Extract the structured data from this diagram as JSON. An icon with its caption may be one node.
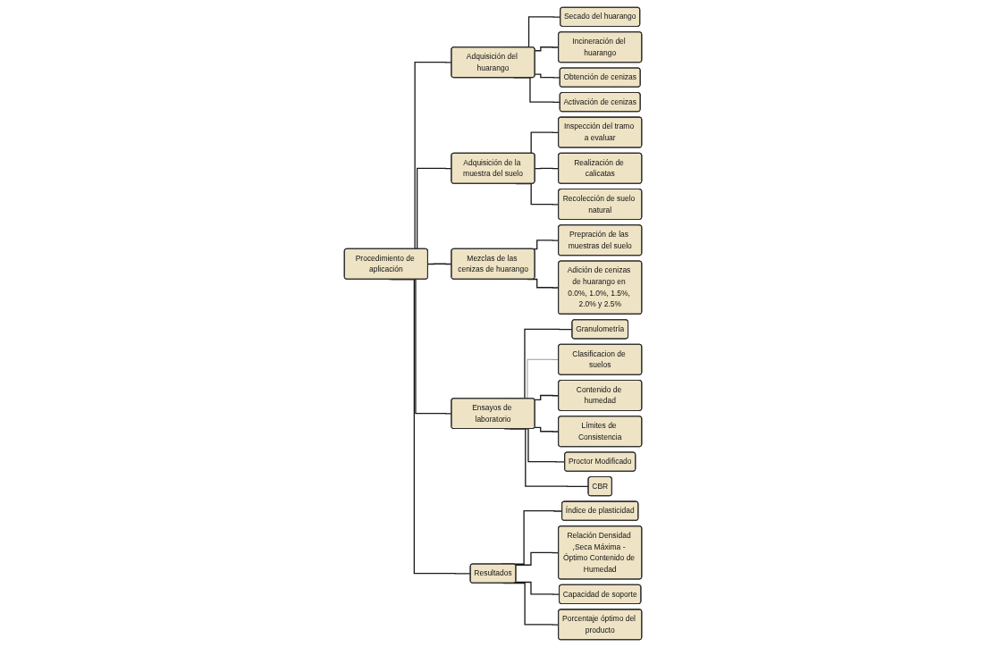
{
  "diagram": {
    "nodes": [
      {
        "text": [
          "Procedimiento de aplicación"
        ]
      },
      {
        "text": [
          "Adquisición del huarango"
        ]
      },
      {
        "text": [
          "Secado del huarango"
        ]
      },
      {
        "text": [
          "Incineración del huarango"
        ]
      },
      {
        "text": [
          "Obtención de cenizas"
        ]
      },
      {
        "text": [
          "Activación de cenizas"
        ]
      },
      {
        "text": [
          "Adquisición de la muestra del suelo"
        ]
      },
      {
        "text": [
          "Inspección del tramo a evaluar"
        ]
      },
      {
        "text": [
          "Realización de calicatas"
        ]
      },
      {
        "text": [
          "Recolección de suelo natural"
        ]
      },
      {
        "text": [
          "Mezclas de las cenizas de huarango"
        ]
      },
      {
        "text": [
          "Prepración de las muestras del suelo"
        ]
      },
      {
        "text": [
          "Adición de cenizas de huarango en 0.0%, 1.0%, 1.5%, 2.0% y 2.5%"
        ]
      },
      {
        "text": [
          "Ensayos de laboratorio"
        ]
      },
      {
        "text": [
          "Granulometría"
        ]
      },
      {
        "text": [
          "Clasificacion de suelos"
        ]
      },
      {
        "text": [
          "Contenido de humedad"
        ]
      },
      {
        "text": [
          "Límites de Consistencia"
        ]
      },
      {
        "text": [
          "Proctor Modificado"
        ]
      },
      {
        "text": [
          "CBR"
        ]
      },
      {
        "text": [
          "Resultados"
        ]
      },
      {
        "text": [
          "Índice de plasticidad"
        ]
      },
      {
        "text": [
          "Relación Densidad ,Seca Máxima - Óptimo Contenido de Humedad"
        ]
      },
      {
        "text": [
          "Capacidad de soporte"
        ]
      },
      {
        "text": [
          "Porcentaje óptimo del producto"
        ]
      }
    ],
    "edges": [
      {
        "from": 0,
        "to": 1,
        "arrow": "none"
      },
      {
        "from": 0,
        "to": 6,
        "arrow": "none"
      },
      {
        "from": 0,
        "to": 10,
        "arrow": "none"
      },
      {
        "from": 0,
        "to": 13,
        "arrow": "none"
      },
      {
        "from": 0,
        "to": 20,
        "arrow": "none"
      },
      {
        "from": 1,
        "to": 2,
        "arrow": "none"
      },
      {
        "from": 1,
        "to": 3,
        "arrow": "none"
      },
      {
        "from": 1,
        "to": 4,
        "arrow": "none"
      },
      {
        "from": 1,
        "to": 5,
        "arrow": "none"
      },
      {
        "from": 6,
        "to": 7,
        "arrow": "none"
      },
      {
        "from": 6,
        "to": 8,
        "arrow": "none"
      },
      {
        "from": 6,
        "to": 9,
        "arrow": "none"
      },
      {
        "from": 10,
        "to": 11,
        "arrow": "none"
      },
      {
        "from": 10,
        "to": 12,
        "arrow": "none"
      },
      {
        "from": 13,
        "to": 14,
        "arrow": "none"
      },
      {
        "from": 13,
        "to": 15,
        "arrow": "none",
        "color": "#7f7f7f"
      },
      {
        "from": 13,
        "to": 16,
        "arrow": "none"
      },
      {
        "from": 13,
        "to": 17,
        "arrow": "none"
      },
      {
        "from": 13,
        "to": 18,
        "arrow": "none"
      },
      {
        "from": 13,
        "to": 19,
        "arrow": "none"
      },
      {
        "from": 20,
        "to": 21,
        "arrow": "none"
      },
      {
        "from": 20,
        "to": 22,
        "arrow": "none"
      },
      {
        "from": 20,
        "to": 23,
        "arrow": "none"
      },
      {
        "from": 20,
        "to": 24,
        "arrow": "none"
      }
    ]
  }
}
